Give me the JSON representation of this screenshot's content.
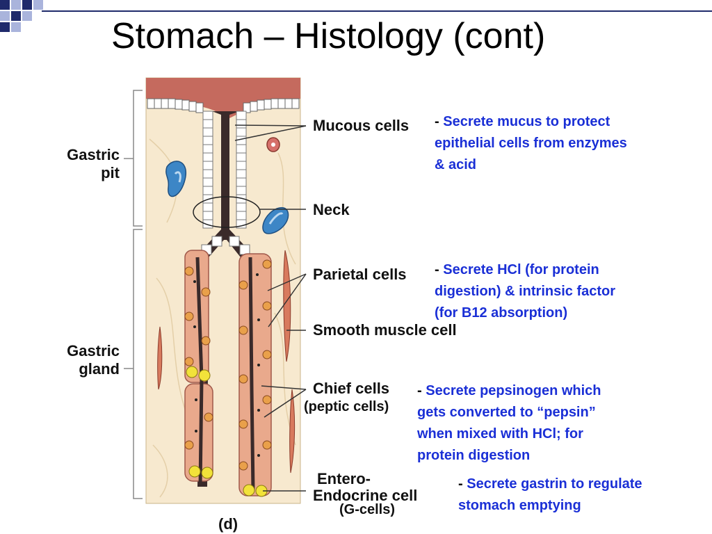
{
  "slide": {
    "title": "Stomach – Histology (cont)",
    "accent_colors": {
      "dark_navy": "#1f2a6b",
      "light_blue": "#aab4dc"
    }
  },
  "figure": {
    "panel_label": "(d)",
    "bracket_labels": {
      "gastric_pit": [
        "Gastric",
        "pit"
      ],
      "gastric_gland": [
        "Gastric",
        "gland"
      ]
    },
    "labels": {
      "mucous_cells": "Mucous cells",
      "neck": "Neck",
      "parietal_cells": "Parietal cells",
      "smooth_muscle": "Smooth muscle cell",
      "chief_cells": "Chief cells",
      "chief_alt": "(peptic cells)",
      "entero_line1": "Entero-",
      "entero_line2": "Endocrine cell",
      "entero_alt": "(G-cells)"
    },
    "colors": {
      "tissue": "#f7e9cf",
      "mucosa_top": "#c56a5e",
      "lumen": "#3a2a2a",
      "parietal": "#e9a04a",
      "chief": "#e9a98c",
      "entero": "#f2e23a",
      "vessel": "#3d86c6",
      "description_text": "#1a2fd6"
    }
  },
  "descriptions": {
    "mucous": {
      "dash": "-",
      "lines": [
        "Secrete mucus to protect",
        "epithelial cells from enzymes",
        "& acid"
      ]
    },
    "parietal": {
      "dash": "-",
      "lines": [
        "Secrete HCl (for protein",
        "digestion) & intrinsic factor",
        "(for B12 absorption)"
      ]
    },
    "chief": {
      "dash": "-",
      "lines": [
        "Secrete pepsinogen which",
        "gets converted to “pepsin”",
        "when mixed with HCl; for",
        "protein digestion"
      ]
    },
    "entero": {
      "dash": "-",
      "lines": [
        "Secrete gastrin to regulate",
        "stomach emptying"
      ]
    }
  }
}
